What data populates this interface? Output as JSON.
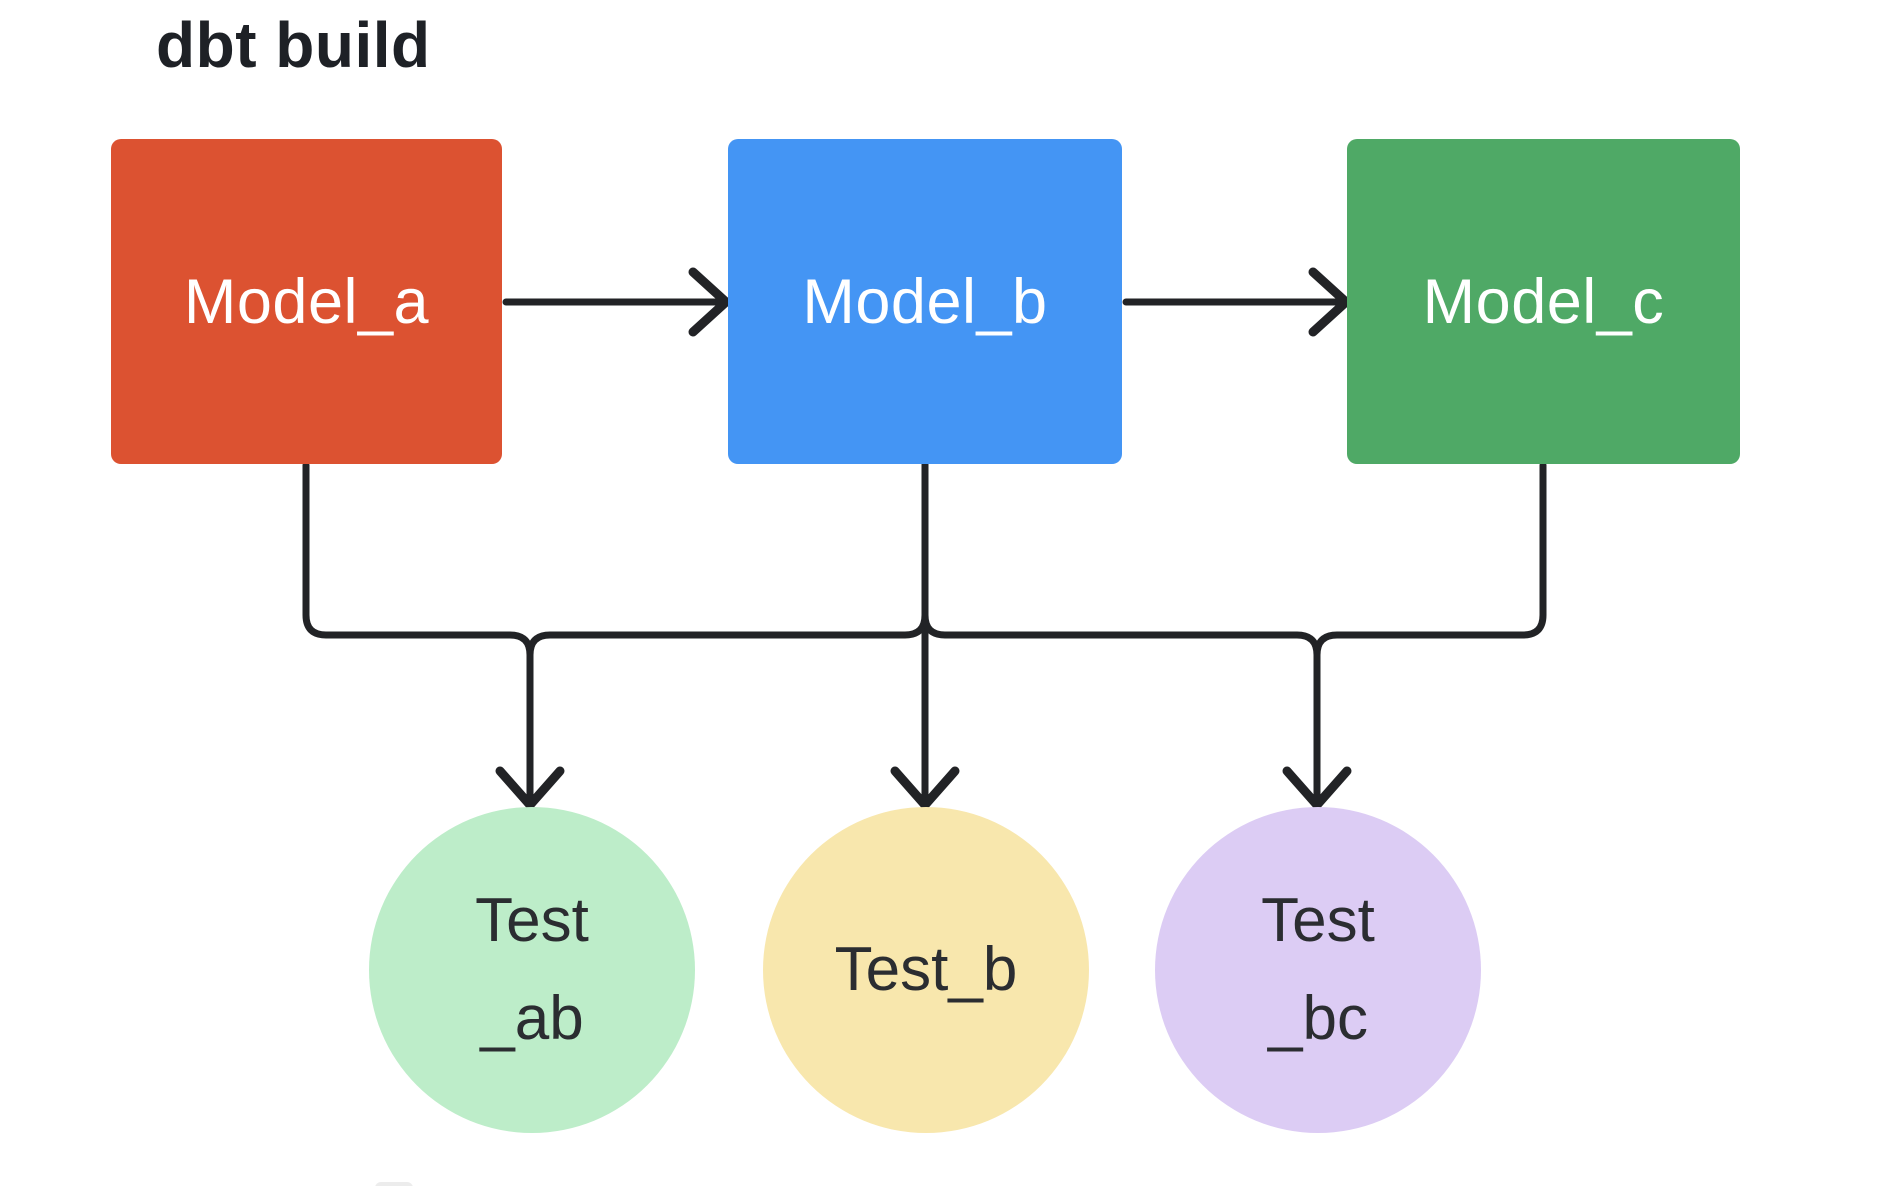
{
  "title": "dbt build",
  "diagram": {
    "edge_color": "#222326",
    "models": [
      {
        "id": "model_a",
        "label": "Model_a",
        "fill": "#dc5231",
        "text_color": "#ffffff"
      },
      {
        "id": "model_b",
        "label": "Model_b",
        "fill": "#4495f4",
        "text_color": "#ffffff"
      },
      {
        "id": "model_c",
        "label": "Model_c",
        "fill": "#4fa966",
        "text_color": "#ffffff"
      }
    ],
    "tests": [
      {
        "id": "test_ab",
        "label_lines": [
          "Test",
          "_ab"
        ],
        "fill": "#bdedc9",
        "text_color": "#2b2d31"
      },
      {
        "id": "test_b",
        "label_lines": [
          "Test_b"
        ],
        "fill": "#f8e7ad",
        "text_color": "#2b2d31"
      },
      {
        "id": "test_bc",
        "label_lines": [
          "Test",
          "_bc"
        ],
        "fill": "#dcccf4",
        "text_color": "#2b2d31"
      }
    ],
    "edges": [
      {
        "from": "Model_a",
        "to": "Model_b"
      },
      {
        "from": "Model_b",
        "to": "Model_c"
      },
      {
        "from": "Model_a",
        "to": "Test_ab"
      },
      {
        "from": "Model_b",
        "to": "Test_ab"
      },
      {
        "from": "Model_b",
        "to": "Test_b"
      },
      {
        "from": "Model_b",
        "to": "Test_bc"
      },
      {
        "from": "Model_c",
        "to": "Test_bc"
      }
    ]
  }
}
